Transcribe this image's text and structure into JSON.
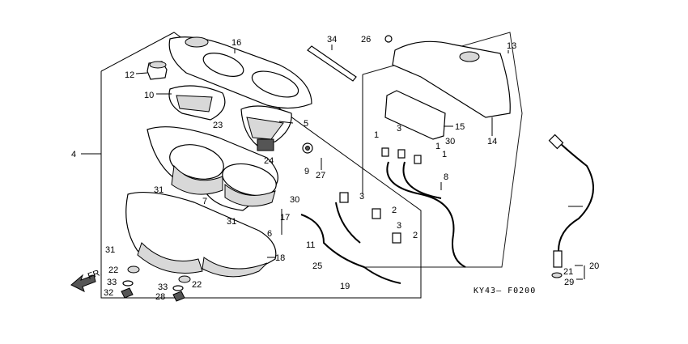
{
  "diagram": {
    "code": "KY43— F0200",
    "front_arrow_label": "FR.",
    "callouts": {
      "c1a": "1",
      "c1b": "1",
      "c1c": "1",
      "c2a": "2",
      "c2b": "2",
      "c3a": "3",
      "c3b": "3",
      "c3c": "3",
      "c4": "4",
      "c5": "5",
      "c6": "6",
      "c7": "7",
      "c8": "8",
      "c9": "9",
      "c10": "10",
      "c11": "11",
      "c12": "12",
      "c13": "13",
      "c14": "14",
      "c15": "15",
      "c16": "16",
      "c17": "17",
      "c18": "18",
      "c19": "19",
      "c20": "20",
      "c21": "21",
      "c22a": "22",
      "c22b": "22",
      "c23": "23",
      "c24": "24",
      "c25": "25",
      "c26": "26",
      "c27": "27",
      "c28": "28",
      "c29": "29",
      "c30a": "30",
      "c30b": "30",
      "c31a": "31",
      "c31b": "31",
      "c31c": "31",
      "c32": "32",
      "c33a": "33",
      "c33b": "33",
      "c34": "34"
    }
  }
}
